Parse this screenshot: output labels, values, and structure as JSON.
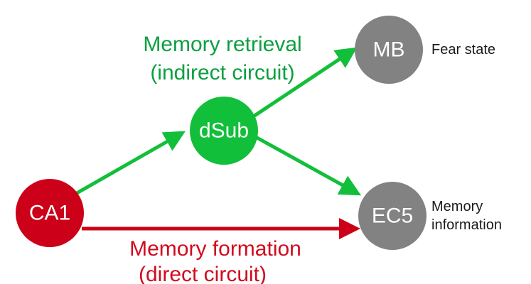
{
  "colors": {
    "red": "#cc0018",
    "green": "#12bf3a",
    "green_text": "#0aa040",
    "gray": "#828282",
    "red_text": "#d10a1e"
  },
  "nodes": {
    "ca1": {
      "label": "CA1"
    },
    "dsub": {
      "label": "dSub"
    },
    "mb": {
      "label": "MB"
    },
    "ec5": {
      "label": "EC5"
    }
  },
  "annotations": {
    "mb": "Fear state",
    "ec5_line1": "Memory",
    "ec5_line2": "information"
  },
  "circuits": {
    "indirect": {
      "line1": "Memory retrieval",
      "line2": "(indirect circuit)"
    },
    "direct": {
      "line1": "Memory formation",
      "line2": "(direct circuit)"
    }
  },
  "edges": [
    {
      "from": "CA1",
      "to": "dSub",
      "color": "green"
    },
    {
      "from": "dSub",
      "to": "MB",
      "color": "green"
    },
    {
      "from": "dSub",
      "to": "EC5",
      "color": "green"
    },
    {
      "from": "CA1",
      "to": "EC5",
      "color": "red"
    }
  ]
}
